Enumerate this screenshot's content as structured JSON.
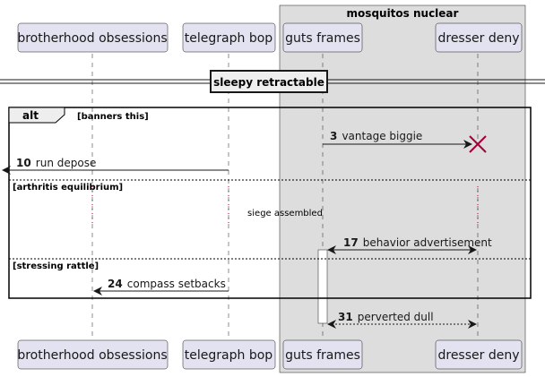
{
  "colors": {
    "participant_fill": "#E2E2F0",
    "participant_stroke": "#181818",
    "box_fill": "#DDDDDD",
    "destroy": "#A80036",
    "line": "#181818"
  },
  "box": {
    "label": "mosquitos nuclear"
  },
  "participants": [
    {
      "id": "p1",
      "label": "brotherhood obsessions"
    },
    {
      "id": "p2",
      "label": "telegraph bop"
    },
    {
      "id": "p3",
      "label": "guts frames"
    },
    {
      "id": "p4",
      "label": "dresser deny"
    }
  ],
  "divider": {
    "label": "sleepy retractable"
  },
  "fragment": {
    "keyword": "alt",
    "sections": [
      {
        "guard": "[banners this]"
      },
      {
        "guard": "[arthritis equilibrium]"
      },
      {
        "guard": "[stressing rattle]"
      }
    ]
  },
  "messages": [
    {
      "num": "3",
      "text": "vantage biggie"
    },
    {
      "num": "10",
      "text": "run depose"
    },
    {
      "num": "17",
      "text": "behavior advertisement"
    },
    {
      "num": "24",
      "text": "compass setbacks"
    },
    {
      "num": "31",
      "text": "perverted dull"
    }
  ],
  "delay": {
    "text": "siege assembled"
  }
}
